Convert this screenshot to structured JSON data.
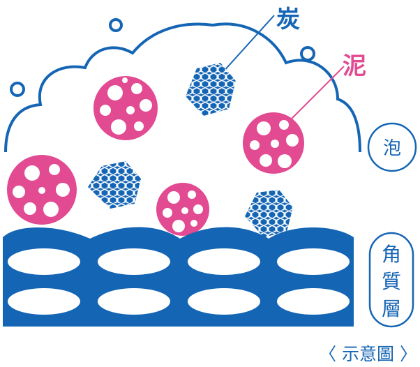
{
  "colors": {
    "blue": "#1565b5",
    "pink": "#e24a92",
    "white": "#ffffff"
  },
  "labels": {
    "charcoal": "炭",
    "mud": "泥",
    "foam": "泡",
    "stratum_corneum": [
      "角",
      "質",
      "層"
    ],
    "caption": "〈 示意圖 〉"
  },
  "icons": {
    "charcoal_particle": "blue-polyhedron-icon",
    "mud_particle": "pink-porous-sphere-icon",
    "skin_cell": "white-oval-cell-icon",
    "bubble": "ring-bubble-icon"
  }
}
